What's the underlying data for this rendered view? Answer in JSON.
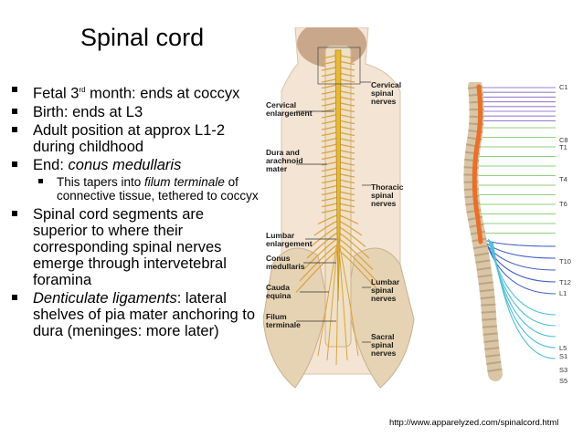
{
  "title": "Spinal cord",
  "bullets": {
    "b1_pre": "Fetal 3",
    "b1_sup": "rd",
    "b1_post": " month: ends at coccyx",
    "b2": "Birth: ends at L3",
    "b3": "Adult position at approx  L1-2 during childhood",
    "b4_pre": "End: ",
    "b4_em": "conus medullaris",
    "sub_pre": "This tapers into ",
    "sub_em": "filum terminale",
    "sub_post": " of connective tissue, tethered to coccyx",
    "b5": "Spinal cord segments are superior to where their corresponding spinal nerves emerge through intervetebral foramina",
    "b6_em": "Denticulate ligaments",
    "b6_post": ": lateral shelves of pia mater anchoring to dura (meninges: more later)"
  },
  "figure1": {
    "labels": {
      "cervical_spinal_nerves": [
        "Cervical",
        "spinal",
        "nerves"
      ],
      "cervical_enlargement": [
        "Cervical",
        "enlargement"
      ],
      "dura_arachnoid": [
        "Dura and",
        "arachnoid",
        "mater"
      ],
      "thoracic_spinal_nerves": [
        "Thoracic",
        "spinal",
        "nerves"
      ],
      "lumbar_enlargement": [
        "Lumbar",
        "enlargement"
      ],
      "conus_medullaris": [
        "Conus",
        "medullaris"
      ],
      "cauda_equina": [
        "Cauda",
        "equina"
      ],
      "filum_terminale": [
        "Filum",
        "terminale"
      ],
      "lumbar_spinal_nerves": [
        "Lumbar",
        "spinal",
        "nerves"
      ],
      "sacral_spinal_nerves": [
        "Sacral",
        "spinal",
        "nerves"
      ]
    }
  },
  "figure2": {
    "levels": [
      "C1",
      "C8",
      "T1",
      "T4",
      "T6",
      "T10",
      "T12",
      "L1",
      "L5",
      "S1",
      "S3",
      "S5"
    ]
  },
  "credit": "http://www.apparelyzed.com/spinalcord.html",
  "colors": {
    "cord": "#e6b83c",
    "cervical_nerves": "#9b7fd0",
    "thoracic_nerves": "#8fd07a",
    "lumbar_nerves": "#4060c8",
    "sacral_nerves": "#50c0d8",
    "cord_orange": "#e8702a",
    "bone": "#e8d8bc",
    "skin": "#f5e6d6"
  }
}
